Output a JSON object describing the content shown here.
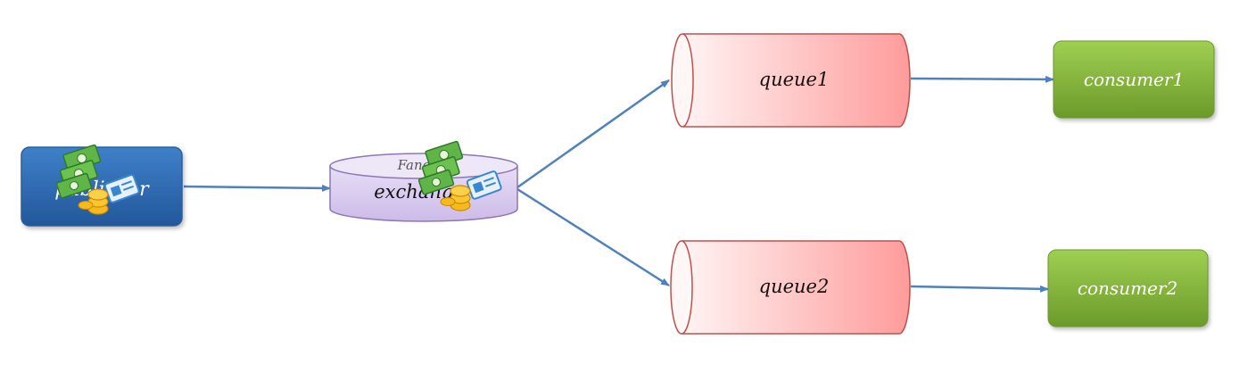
{
  "diagram": {
    "producer": {
      "label": "publisher"
    },
    "exchange": {
      "type_label": "Fanout",
      "label": "exchange"
    },
    "queues": [
      {
        "label": "queue1"
      },
      {
        "label": "queue2"
      }
    ],
    "consumers": [
      {
        "label": "consumer1"
      },
      {
        "label": "consumer2"
      }
    ],
    "icons": [
      "money-icon",
      "money-icon"
    ]
  },
  "colors": {
    "producer": "#2e6bb3",
    "exchange": "#d9cdee",
    "queue_light": "#fff2f2",
    "queue_dark": "#ff9c9c",
    "queue_border": "#c0504d",
    "consumer_light": "#9ccc4f",
    "consumer_dark": "#6e9a2a",
    "arrow": "#4f81bd"
  }
}
